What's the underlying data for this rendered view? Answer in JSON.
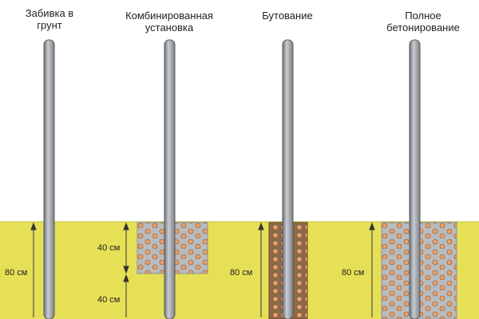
{
  "methods": [
    {
      "title_lines": [
        "Забивка в",
        "грунт"
      ]
    },
    {
      "title_lines": [
        "Комбинированная",
        "установка"
      ]
    },
    {
      "title_lines": [
        "Бутование"
      ]
    },
    {
      "title_lines": [
        "Полное",
        "бетонирование"
      ]
    }
  ],
  "dimensions": {
    "depth_total": "80 см",
    "depth_half_top": "40 см",
    "depth_half_bottom": "40 см"
  },
  "colors": {
    "soil": "#e6e057",
    "pipe": "#9a9ea3",
    "concrete": "#b9bbbd",
    "rubble": "#8d6a49",
    "pebble": "#e8a06a"
  }
}
